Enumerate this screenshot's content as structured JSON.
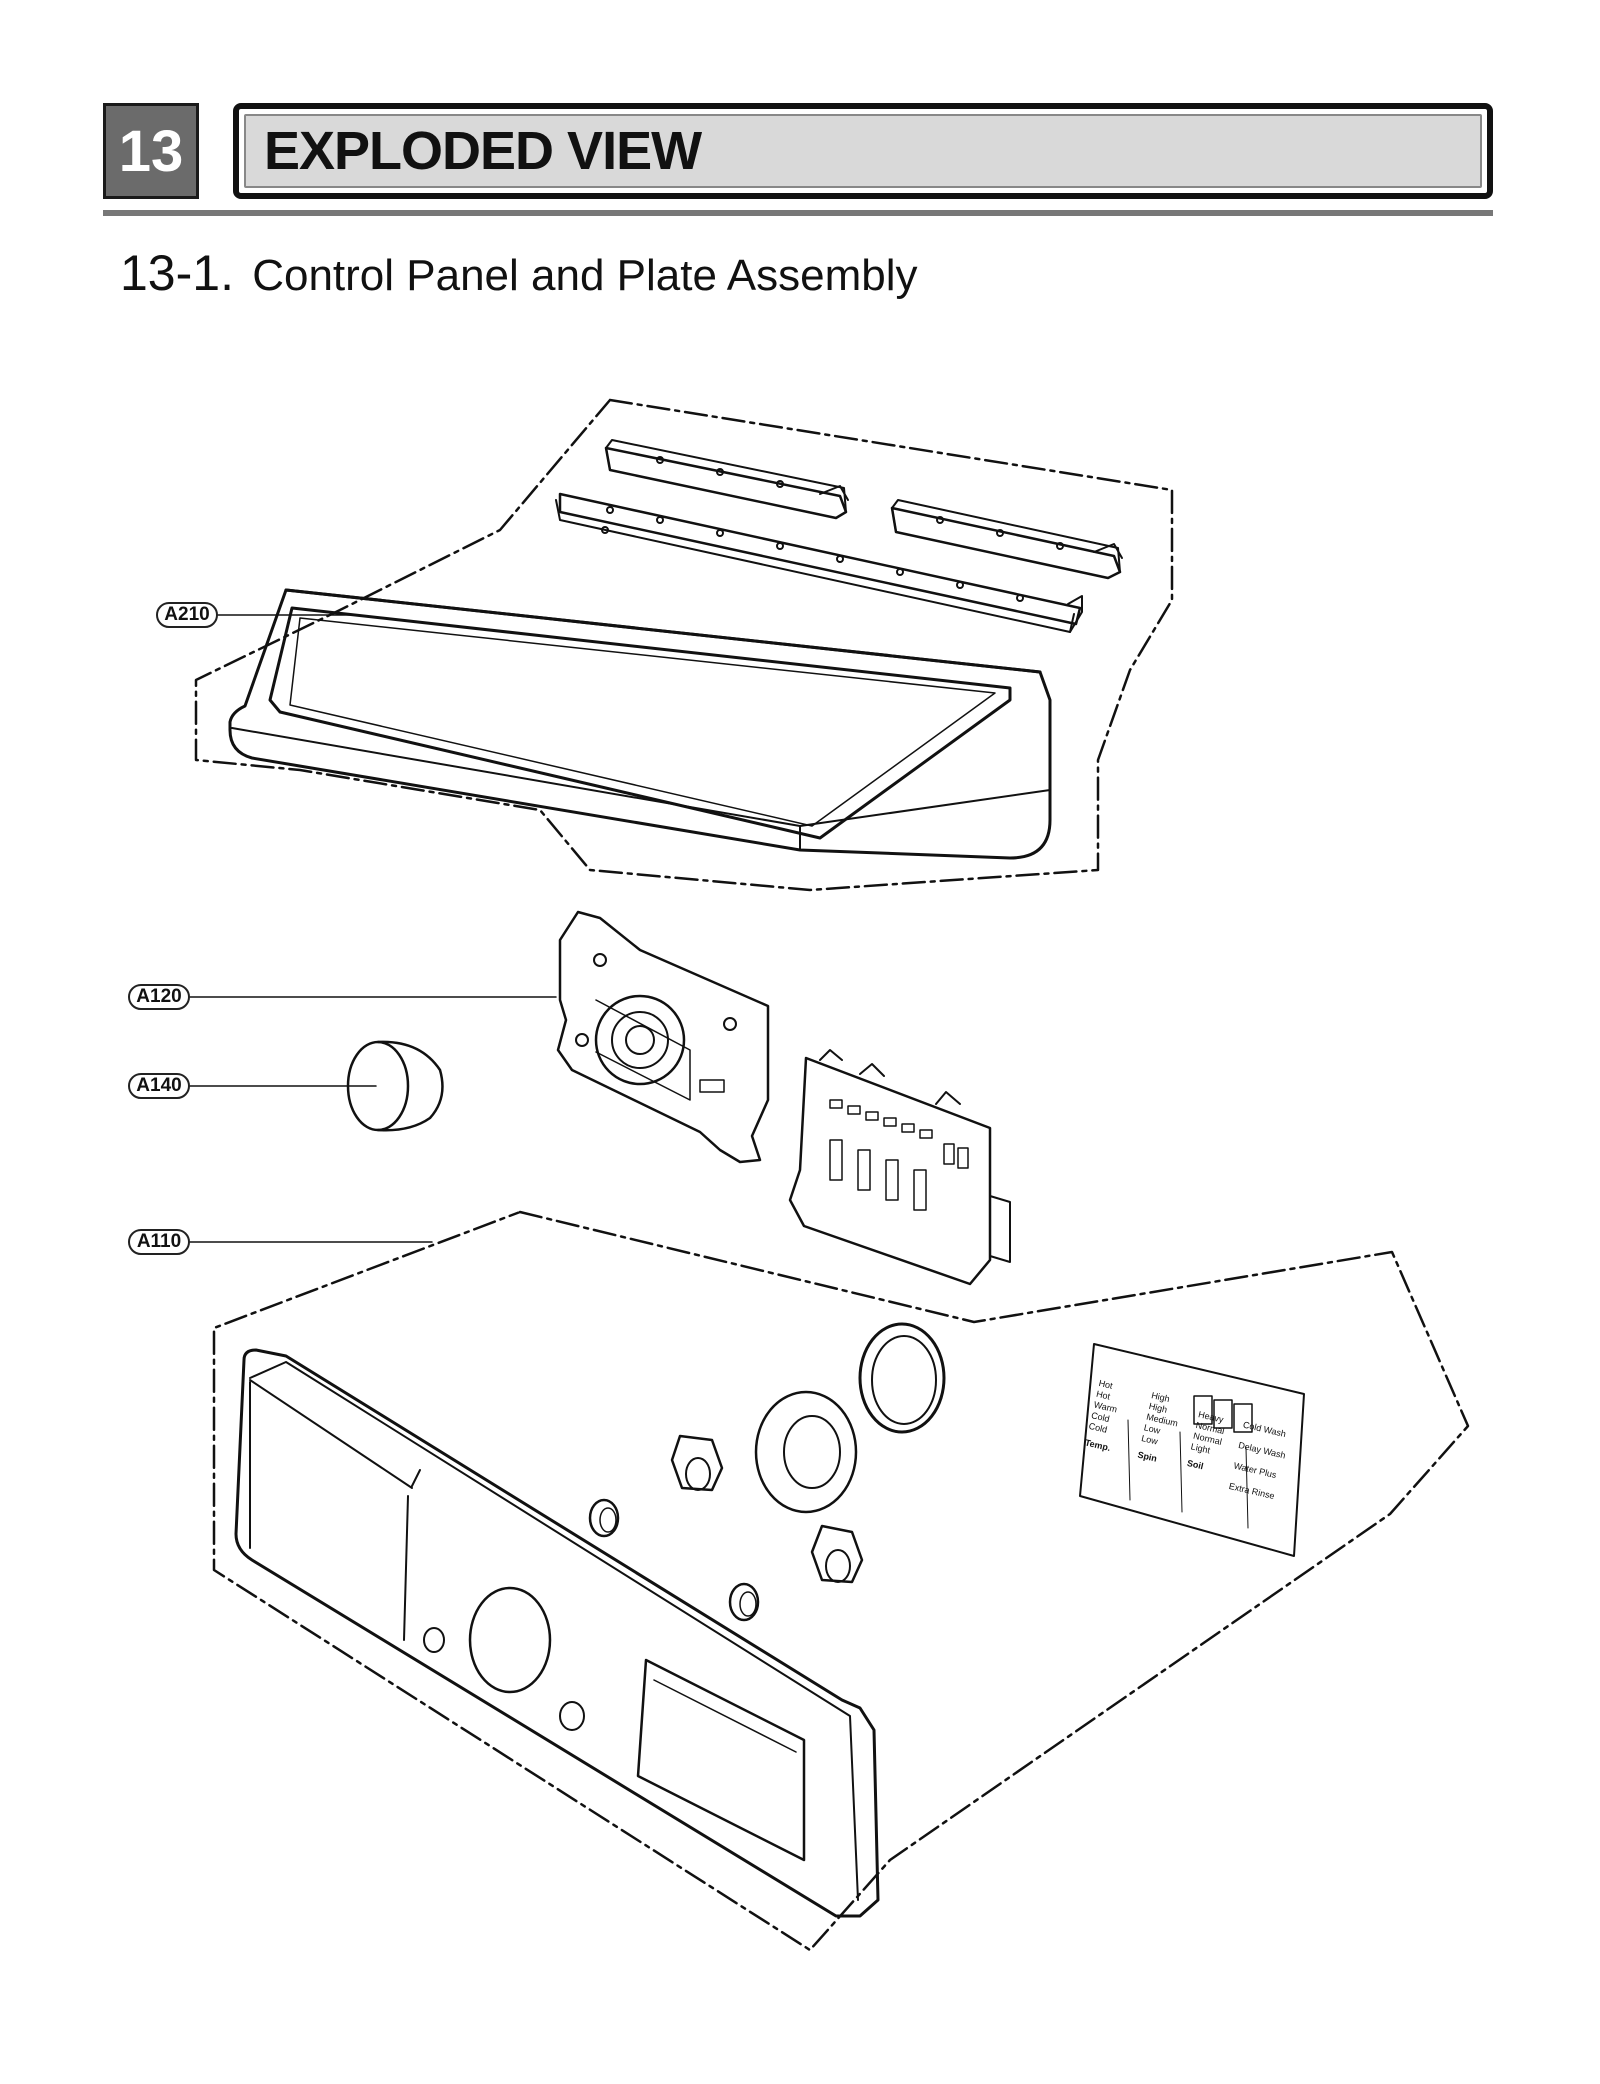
{
  "chapter": {
    "number": "13",
    "title": "EXPLODED VIEW"
  },
  "section": {
    "number": "13-1.",
    "title": "Control Panel and Plate Assembly"
  },
  "callouts": [
    "A210",
    "A120",
    "A140",
    "A110"
  ],
  "display_board_labels": {
    "temp_options": [
      "Hot",
      "Hot",
      "Warm",
      "Cold",
      "Cold"
    ],
    "spin_options": [
      "High",
      "High",
      "Medium",
      "Low",
      "Low"
    ],
    "soil_options": [
      "Heavy",
      "Normal",
      "Normal",
      "Light"
    ],
    "option_buttons": [
      "Cold Wash",
      "Delay Wash",
      "Water Plus",
      "Extra Rinse"
    ],
    "knob_labels": [
      "Temp.",
      "Spin",
      "Soil"
    ]
  }
}
